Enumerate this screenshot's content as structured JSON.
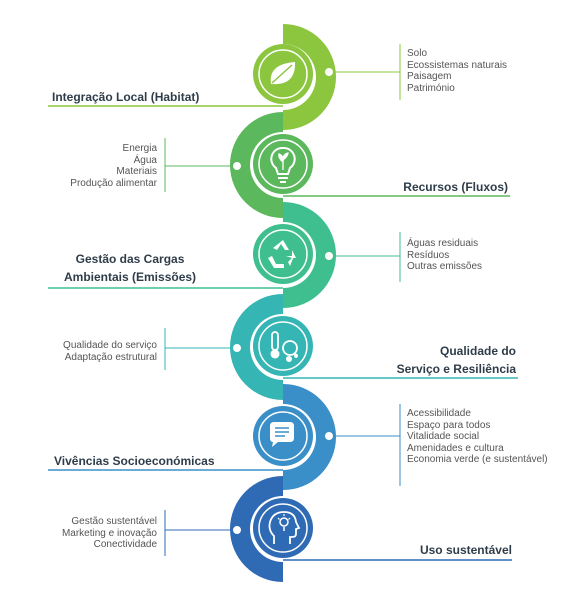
{
  "colors": {
    "c1": "#8cc63f",
    "c2": "#5cb85c",
    "c3": "#3fbf8f",
    "c4": "#36b5b5",
    "c5": "#3a8fc9",
    "c6": "#2f6bb5"
  },
  "sections": [
    {
      "title_lines": [
        "Integração Local (Habitat)"
      ],
      "items": [
        "Solo",
        "Ecossistemas naturais",
        "Paisagem",
        "Património"
      ],
      "icon": "leaf-icon"
    },
    {
      "title_lines": [
        "Recursos (Fluxos)"
      ],
      "items": [
        "Energia",
        "Água",
        "Materiais",
        "Produção alimentar"
      ],
      "icon": "lightbulb-icon"
    },
    {
      "title_lines": [
        "Gestão das Cargas",
        "Ambientais (Emissões)"
      ],
      "items": [
        "Águas residuais",
        "Resíduos",
        "Outras emissões"
      ],
      "icon": "recycle-icon"
    },
    {
      "title_lines": [
        "Qualidade do",
        "Serviço e Resiliência"
      ],
      "items": [
        "Qualidade do serviço",
        "Adaptação estrutural"
      ],
      "icon": "thermometer-icon"
    },
    {
      "title_lines": [
        "Vivências Socioeconómicas"
      ],
      "items": [
        "Acessibilidade",
        "Espaço para todos",
        "Vitalidade social",
        "Amenidades e cultura",
        "Economia verde (e sustentável)"
      ],
      "icon": "chat-icon"
    },
    {
      "title_lines": [
        "Uso sustentável"
      ],
      "items": [
        "Gestão sustentável",
        "Marketing e inovação",
        "Conectividade"
      ],
      "icon": "head-idea-icon"
    }
  ]
}
